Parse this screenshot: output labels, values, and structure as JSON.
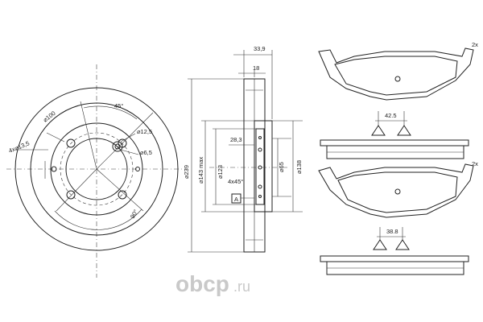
{
  "disc_front": {
    "dia_100": "⌀100",
    "angle_45": "45°",
    "dia_12_5": "⌀12,5",
    "holes_4x_13_5": "4x⌀13,5",
    "dia_6_5": "⌀6,5",
    "angle_90": "90°"
  },
  "disc_section": {
    "dim_33_9": "33,9",
    "dim_18": "18",
    "dim_28_3": "28,3",
    "dia_239": "⌀239",
    "dia_143_max": "⌀143 max",
    "dia_123": "⌀123",
    "chamfer": "4x45°",
    "dia_65": "⌀65",
    "dia_138": "⌀138",
    "datum": "A"
  },
  "pad_top": {
    "qty": "2x",
    "width": "42.5"
  },
  "pad_bottom": {
    "qty": "2x",
    "width": "38.8"
  },
  "watermark": {
    "brand": "obcp",
    "domain": ".ru"
  },
  "colors": {
    "line": "#222222",
    "pad_fill": "#dcdcdc",
    "watermark": "#c9c9c9",
    "watermark_accent": "#e8a0a0"
  }
}
